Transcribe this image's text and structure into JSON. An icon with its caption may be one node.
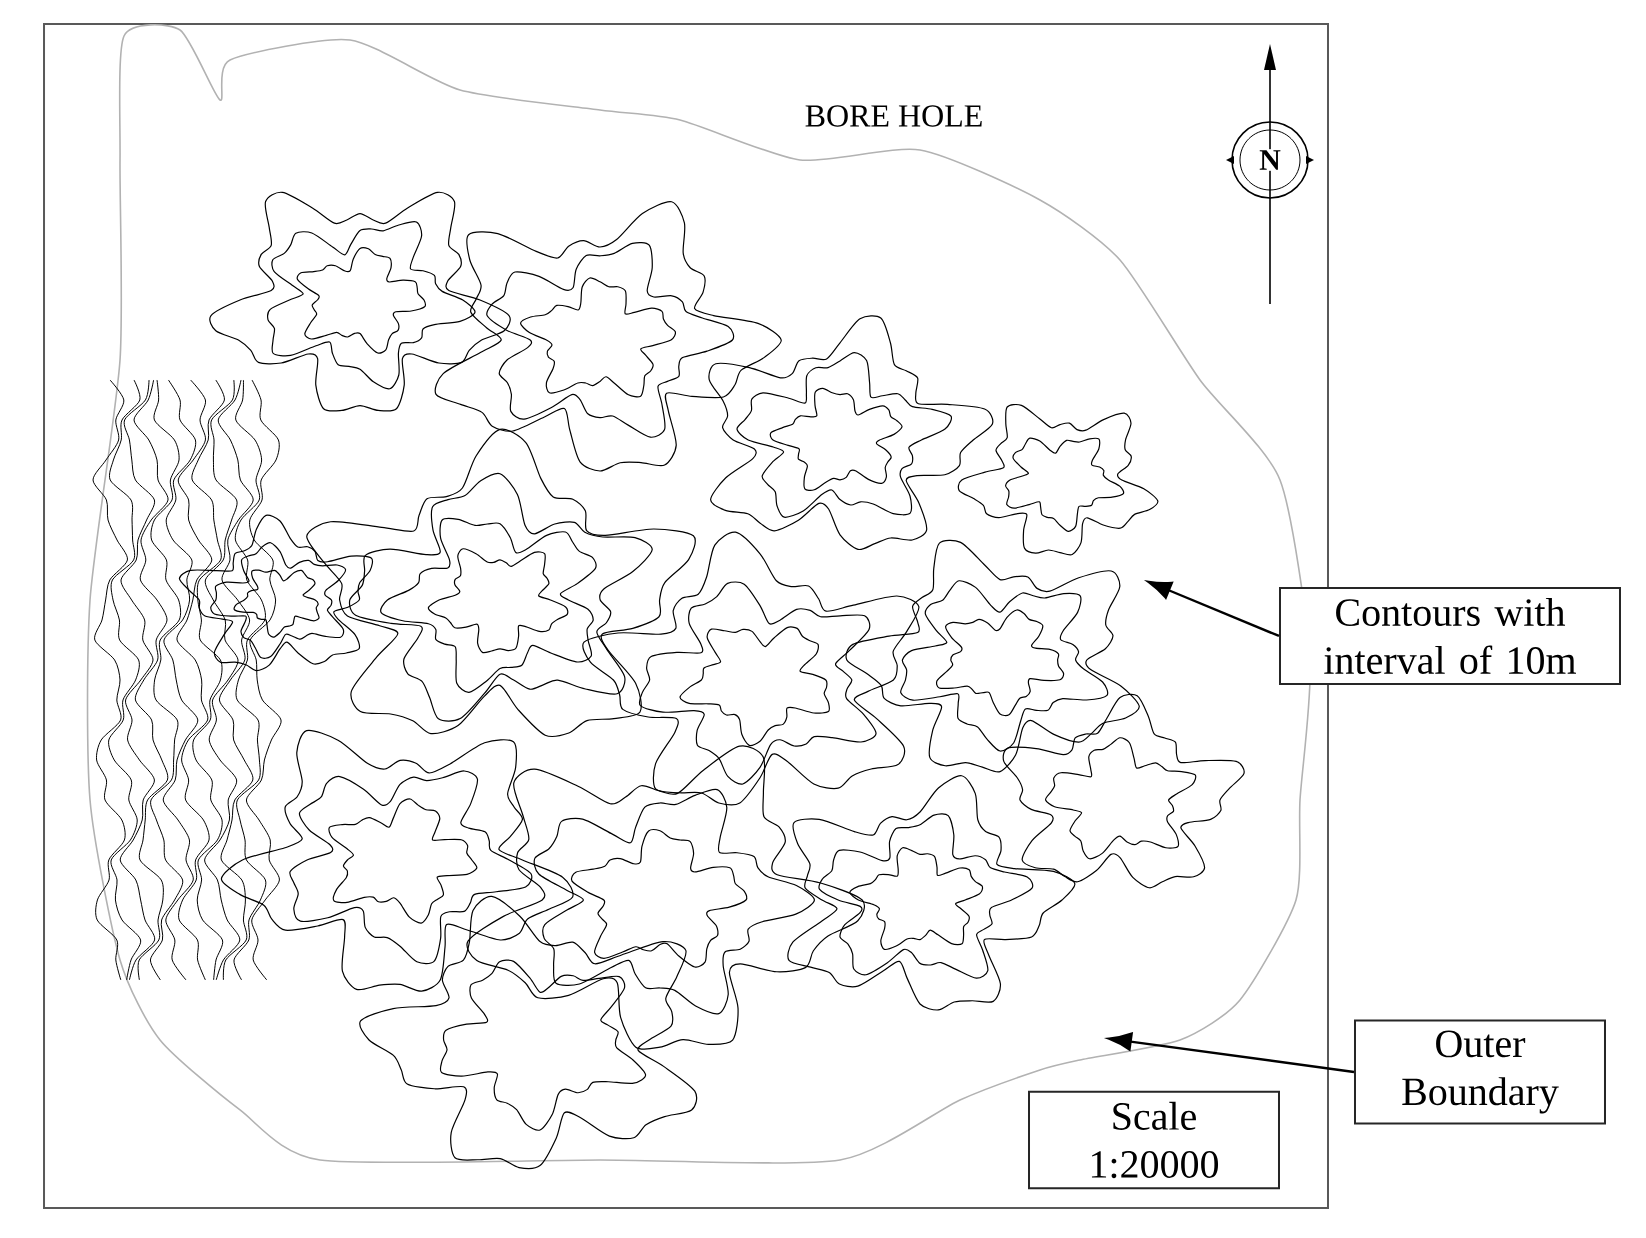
{
  "diagram": {
    "nodes": [
      {
        "text": [
          "Contours with interval of 10m"
        ]
      },
      {
        "text": [
          "Outer Boundary"
        ]
      },
      {
        "text": [
          "Scale 1:20000"
        ]
      }
    ],
    "edges": [
      {
        "from": 0,
        "to": null,
        "arrow": "to"
      },
      {
        "from": 1,
        "to": null,
        "arrow": "to"
      }
    ],
    "labels": [
      "BORE HOLE",
      "N"
    ]
  }
}
